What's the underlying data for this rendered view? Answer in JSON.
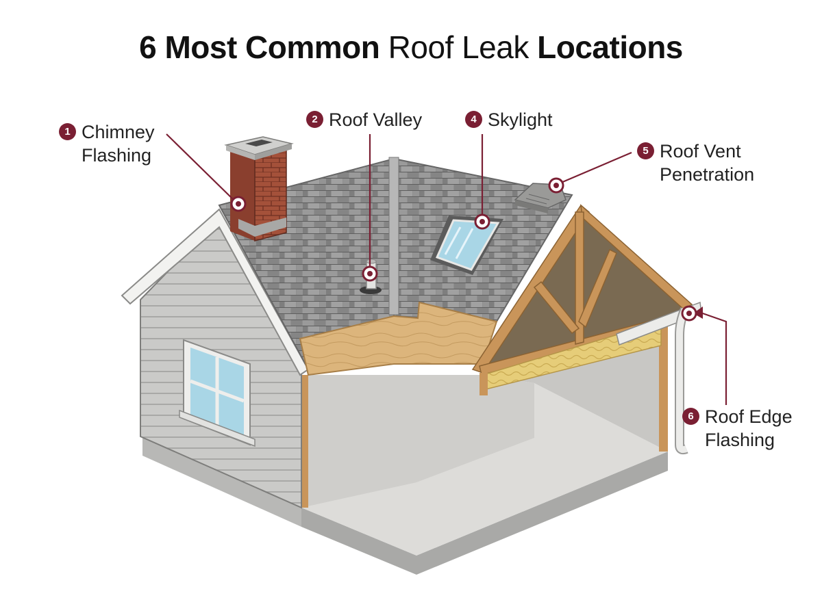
{
  "title": {
    "part1": "6 Most Common",
    "part2": "Roof Leak",
    "part3": "Locations"
  },
  "callouts": [
    {
      "number": "1",
      "line1": "Chimney",
      "line2": "Flashing"
    },
    {
      "number": "2",
      "line1": "Roof Valley",
      "line2": ""
    },
    {
      "number": "4",
      "line1": "Skylight",
      "line2": ""
    },
    {
      "number": "5",
      "line1": "Roof Vent",
      "line2": "Penetration"
    },
    {
      "number": "6",
      "line1": "Roof Edge",
      "line2": "Flashing"
    }
  ],
  "colors": {
    "accent": "#7a1f33",
    "shingle": "#8e8e8e",
    "siding": "#c7c7c5",
    "brick": "#a4513a",
    "plywood": "#dcb57c",
    "truss": "#c9955a",
    "insulation": "#e8cf79",
    "interior": "#d9d8d5"
  }
}
